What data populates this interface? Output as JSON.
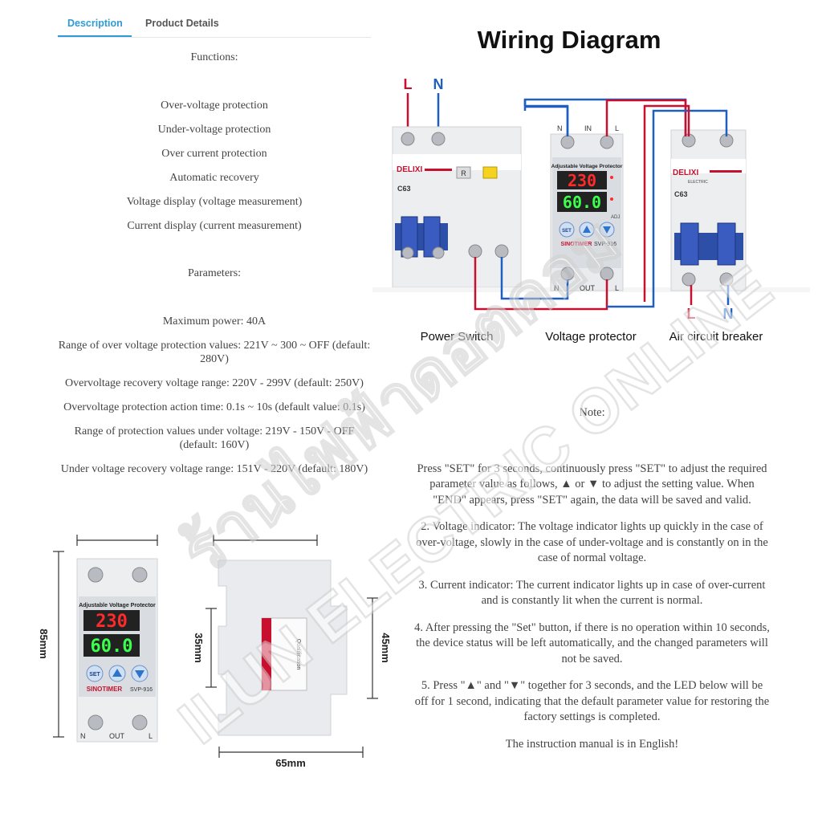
{
  "tabs": [
    {
      "label": "Description",
      "active": true
    },
    {
      "label": "Product Details",
      "active": false
    }
  ],
  "left": {
    "functions_heading": "Functions:",
    "functions": [
      "Over-voltage protection",
      "Under-voltage protection",
      "Over current protection",
      "Automatic recovery",
      "Voltage display (voltage measurement)",
      "Current display (current measurement)"
    ],
    "parameters_heading": "Parameters:",
    "parameters": [
      "Maximum power: 40A",
      "Range of over voltage protection values: 221V ~ 300 ~ OFF (default: 280V)",
      "Overvoltage recovery voltage range: 220V - 299V (default: 250V)",
      "Overvoltage protection action time: 0.1s ~ 10s (default value: 0.1s)",
      "Range of protection values under voltage: 219V - 150V - OFF (default: 160V)",
      "Under voltage recovery voltage range: 151V - 220V (default: 180V)"
    ]
  },
  "diagram": {
    "title": "Wiring Diagram",
    "labels": {
      "L": "L",
      "N": "N",
      "IN": "IN",
      "OUT": "OUT"
    },
    "power_switch": {
      "brand": "DELIXI",
      "model": "C63",
      "label": "Power Switch",
      "r": "R"
    },
    "protector": {
      "title": "Adjustable Voltage Protector",
      "volt": "230",
      "amp": "60.0",
      "brand": "SINOTIMER",
      "model": "SVP-916",
      "label": "Voltage protector",
      "set": "SET",
      "adj": "ADJ"
    },
    "breaker": {
      "brand": "DELIXI",
      "model": "C63",
      "label": "Air circuit breaker",
      "sub": "ELECTRIC"
    }
  },
  "dimensions": {
    "height": "85mm",
    "depth_inner": "35mm",
    "depth_outer": "45mm",
    "width": "65mm",
    "qualification": "Qualification"
  },
  "note": {
    "heading": "Note:",
    "items": [
      "Press \"SET\" for 3 seconds, continuously press \"SET\" to adjust the required parameter value as follows, ▲ or ▼ to adjust the setting value. When \"END\" appears, press \"SET\" again, the data will be saved and valid.",
      "2. Voltage indicator: The voltage indicator lights up quickly in the case of over-voltage, slowly in the case of under-voltage and is constantly on in the case of normal voltage.",
      "3. Current indicator: The current indicator lights up in case of over-current and is constantly lit when the current is normal.",
      "4. After pressing the \"Set\" button, if there is no operation within 10 seconds, the device status will be left automatically, and the changed parameters will not be saved.",
      "5. Press \"▲\" and \"▼\" together for 3 seconds, and the LED below will be off for 1 second, indicating that the default parameter value for restoring the factory settings is completed.",
      "The instruction manual is in English!"
    ]
  },
  "watermark": {
    "line1": "ร้านไฟฟ้าดอตคอม",
    "line2": "ILUN ELECTRIC ONLINE"
  },
  "colors": {
    "accent": "#2e9bd6",
    "wire_red": "#c8102e",
    "wire_blue": "#1f5fbf",
    "led_red": "#ff2b2b",
    "led_green": "#3bff4a"
  }
}
